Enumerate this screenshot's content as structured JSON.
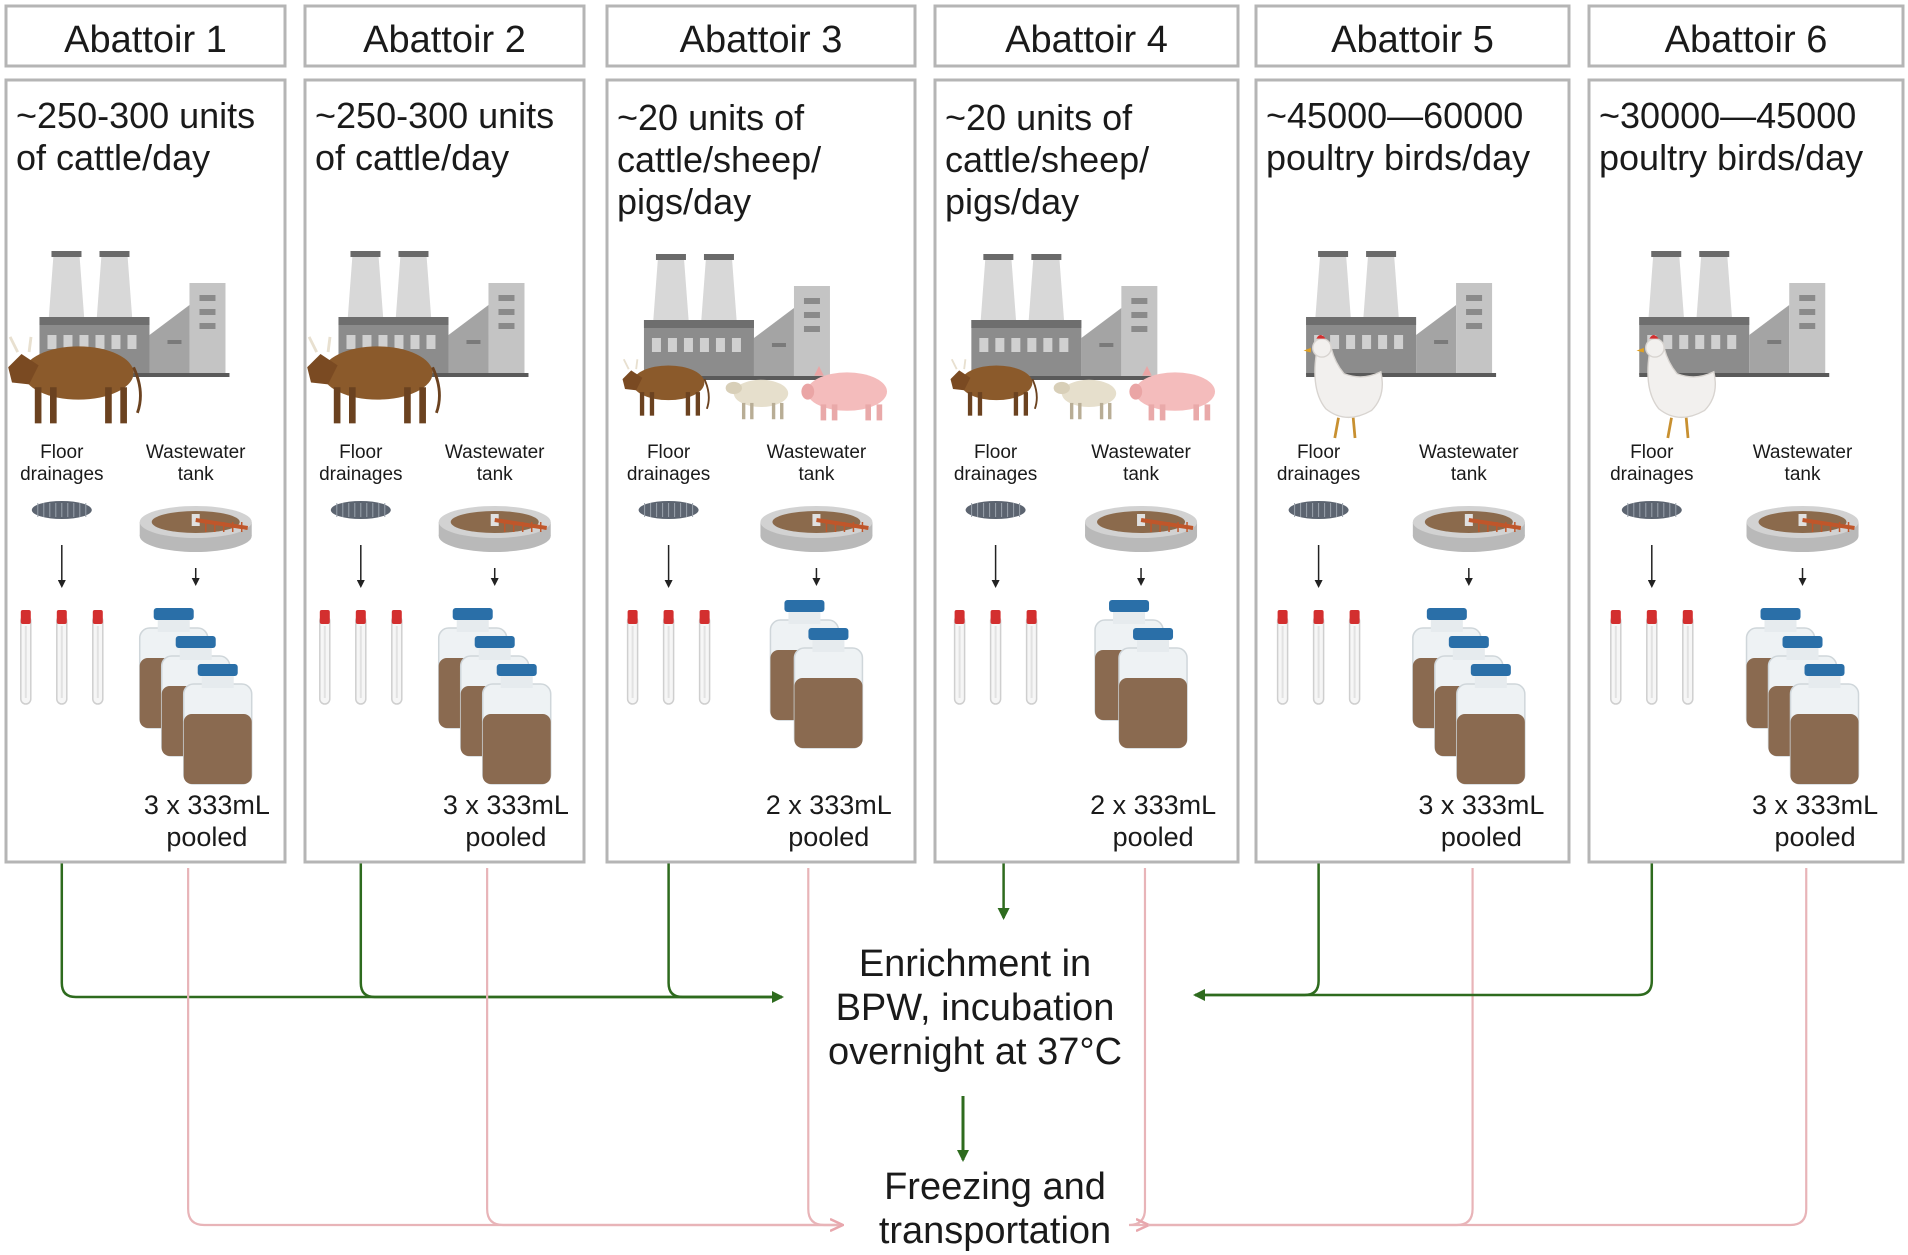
{
  "abattoirs": [
    {
      "title": "Abattoir 1",
      "desc": [
        "~250-300 units",
        "of cattle/day"
      ],
      "animals": [
        "cattle"
      ],
      "floor_label": [
        "Floor",
        "drainages"
      ],
      "tank_label": [
        "Wastewater",
        "tank"
      ],
      "bottles": 3,
      "pooled": [
        "3 x 333mL",
        "pooled"
      ]
    },
    {
      "title": "Abattoir 2",
      "desc": [
        "~250-300 units",
        "of cattle/day"
      ],
      "animals": [
        "cattle"
      ],
      "floor_label": [
        "Floor",
        "drainages"
      ],
      "tank_label": [
        "Wastewater",
        "tank"
      ],
      "bottles": 3,
      "pooled": [
        "3 x 333mL",
        "pooled"
      ]
    },
    {
      "title": "Abattoir 3",
      "desc": [
        "~20 units of",
        "cattle/sheep/",
        "pigs/day"
      ],
      "animals": [
        "cattle",
        "sheep",
        "pig"
      ],
      "floor_label": [
        "Floor",
        "drainages"
      ],
      "tank_label": [
        "Wastewater",
        "tank"
      ],
      "bottles": 2,
      "pooled": [
        "2 x 333mL",
        "pooled"
      ]
    },
    {
      "title": "Abattoir 4",
      "desc": [
        "~20 units of",
        "cattle/sheep/",
        "pigs/day"
      ],
      "animals": [
        "cattle",
        "sheep",
        "pig"
      ],
      "floor_label": [
        "Floor",
        "drainages"
      ],
      "tank_label": [
        "Wastewater",
        "tank"
      ],
      "bottles": 2,
      "pooled": [
        "2 x 333mL",
        "pooled"
      ]
    },
    {
      "title": "Abattoir 5",
      "desc": [
        "~45000—60000",
        "poultry birds/day"
      ],
      "animals": [
        "chicken"
      ],
      "floor_label": [
        "Floor",
        "drainages"
      ],
      "tank_label": [
        "Wastewater",
        "tank"
      ],
      "bottles": 3,
      "pooled": [
        "3 x 333mL",
        "pooled"
      ]
    },
    {
      "title": "Abattoir 6",
      "desc": [
        "~30000—45000",
        "poultry birds/day"
      ],
      "animals": [
        "chicken"
      ],
      "floor_label": [
        "Floor",
        "drainages"
      ],
      "tank_label": [
        "Wastewater",
        "tank"
      ],
      "bottles": 3,
      "pooled": [
        "3 x 333mL",
        "pooled"
      ]
    }
  ],
  "enrichment": [
    "Enrichment in",
    "BPW, incubation",
    "overnight at 37°C"
  ],
  "freezing": [
    "Freezing and",
    "transportation"
  ],
  "colors": {
    "green_arrow": "#2e6b1e",
    "pink_arrow": "#e8b4b8",
    "box_border": "#b5b5b5",
    "cattle": "#8b5a2b",
    "sheep": "#e6dfcc",
    "pig": "#f4bcbc",
    "factory": "#9a9a9a",
    "bottle_cap": "#2a6fa8",
    "bottle_liquid": "#8a6a50",
    "tube_cap": "#d32f2f"
  },
  "icons": [
    "factory-icon",
    "cattle-icon",
    "sheep-icon",
    "pig-icon",
    "chicken-icon",
    "drain-grate-icon",
    "wastewater-tank-icon",
    "swab-tube-icon",
    "sample-bottle-icon"
  ]
}
